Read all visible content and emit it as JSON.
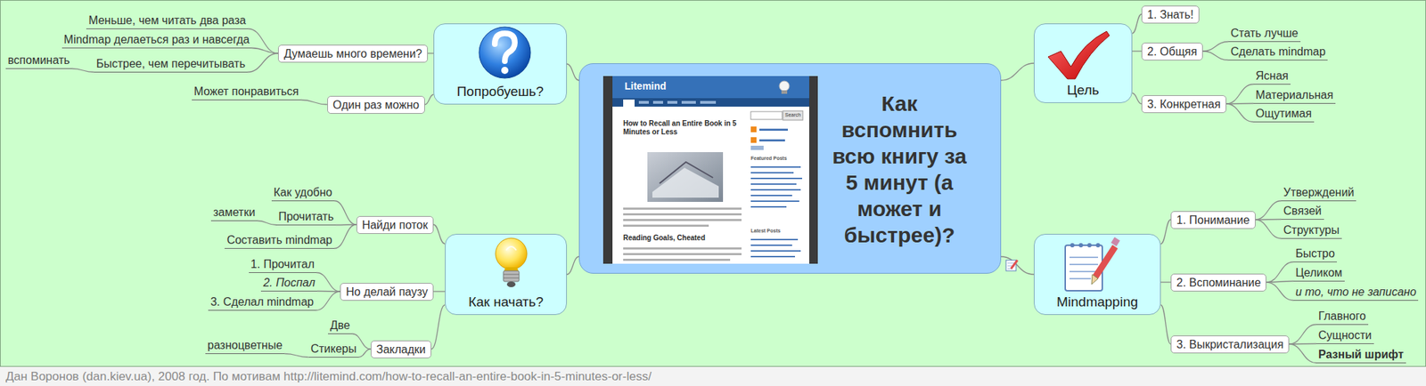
{
  "diagram": {
    "caption": "Дан Воронов (dan.kiev.ua), 2008 год. По мотивам http://litemind.com/how-to-recall-an-entire-book-in-5-minutes-or-less/",
    "nodes": [
      {
        "text": [
          "Как вспомнить всю книгу за 5 минут (а может и быстрее)?"
        ]
      },
      {
        "text": [
          "Попробуешь?"
        ]
      },
      {
        "text": [
          "Думаешь много времени?"
        ]
      },
      {
        "text": [
          "Меньше, чем читать два раза"
        ]
      },
      {
        "text": [
          "Mindmap делаеться раз и навсегда"
        ]
      },
      {
        "text": [
          "Быстрее, чем перечитывать"
        ]
      },
      {
        "text": [
          "вспоминать"
        ]
      },
      {
        "text": [
          "Один раз можно"
        ]
      },
      {
        "text": [
          "Может понравиться"
        ]
      },
      {
        "text": [
          "Как начать?"
        ]
      },
      {
        "text": [
          "Найди поток"
        ]
      },
      {
        "text": [
          "Как удобно"
        ]
      },
      {
        "text": [
          "Прочитать"
        ]
      },
      {
        "text": [
          "заметки"
        ]
      },
      {
        "text": [
          "Составить mindmap"
        ]
      },
      {
        "text": [
          "Но делай паузу"
        ]
      },
      {
        "text": [
          "1. Прочитал"
        ]
      },
      {
        "text": [
          "2. Поспал"
        ]
      },
      {
        "text": [
          "3. Сделал mindmap"
        ]
      },
      {
        "text": [
          "Закладки"
        ]
      },
      {
        "text": [
          "Две"
        ]
      },
      {
        "text": [
          "Стикеры"
        ]
      },
      {
        "text": [
          "разноцветные"
        ]
      },
      {
        "text": [
          "Цель"
        ]
      },
      {
        "text": [
          "1. Знать!"
        ]
      },
      {
        "text": [
          "2. Общяя"
        ]
      },
      {
        "text": [
          "Стать лучше"
        ]
      },
      {
        "text": [
          "Сделать mindmap"
        ]
      },
      {
        "text": [
          "3. Конкретная"
        ]
      },
      {
        "text": [
          "Ясная"
        ]
      },
      {
        "text": [
          "Материальная"
        ]
      },
      {
        "text": [
          "Ощутимая"
        ]
      },
      {
        "text": [
          "Mindmapping"
        ]
      },
      {
        "text": [
          "1. Понимание"
        ]
      },
      {
        "text": [
          "Утверждений"
        ]
      },
      {
        "text": [
          "Связей"
        ]
      },
      {
        "text": [
          "Структуры"
        ]
      },
      {
        "text": [
          "2. Вспоминание"
        ]
      },
      {
        "text": [
          "Быстро"
        ]
      },
      {
        "text": [
          "Целиком"
        ]
      },
      {
        "text": [
          "и то, что не записано"
        ]
      },
      {
        "text": [
          "3. Выкристализация"
        ]
      },
      {
        "text": [
          "Главного"
        ]
      },
      {
        "text": [
          "Сущности"
        ]
      },
      {
        "text": [
          "Разный шрифт"
        ]
      }
    ],
    "edges": [
      {
        "from": 0,
        "to": 1,
        "arrow": "none"
      },
      {
        "from": 1,
        "to": 2,
        "arrow": "none"
      },
      {
        "from": 2,
        "to": 3,
        "arrow": "none"
      },
      {
        "from": 2,
        "to": 4,
        "arrow": "none"
      },
      {
        "from": 2,
        "to": 5,
        "arrow": "none"
      },
      {
        "from": 5,
        "to": 6,
        "arrow": "none"
      },
      {
        "from": 1,
        "to": 7,
        "arrow": "none"
      },
      {
        "from": 7,
        "to": 8,
        "arrow": "none"
      },
      {
        "from": 0,
        "to": 9,
        "arrow": "none"
      },
      {
        "from": 9,
        "to": 10,
        "arrow": "none"
      },
      {
        "from": 10,
        "to": 11,
        "arrow": "none"
      },
      {
        "from": 10,
        "to": 12,
        "arrow": "none"
      },
      {
        "from": 12,
        "to": 13,
        "arrow": "none"
      },
      {
        "from": 10,
        "to": 14,
        "arrow": "none"
      },
      {
        "from": 9,
        "to": 15,
        "arrow": "none"
      },
      {
        "from": 15,
        "to": 16,
        "arrow": "none"
      },
      {
        "from": 15,
        "to": 17,
        "arrow": "none"
      },
      {
        "from": 15,
        "to": 18,
        "arrow": "none"
      },
      {
        "from": 9,
        "to": 19,
        "arrow": "none"
      },
      {
        "from": 19,
        "to": 20,
        "arrow": "none"
      },
      {
        "from": 19,
        "to": 21,
        "arrow": "none"
      },
      {
        "from": 21,
        "to": 22,
        "arrow": "none"
      },
      {
        "from": 0,
        "to": 23,
        "arrow": "none"
      },
      {
        "from": 23,
        "to": 24,
        "arrow": "none"
      },
      {
        "from": 23,
        "to": 25,
        "arrow": "none"
      },
      {
        "from": 25,
        "to": 26,
        "arrow": "none"
      },
      {
        "from": 25,
        "to": 27,
        "arrow": "none"
      },
      {
        "from": 23,
        "to": 28,
        "arrow": "none"
      },
      {
        "from": 28,
        "to": 29,
        "arrow": "none"
      },
      {
        "from": 28,
        "to": 30,
        "arrow": "none"
      },
      {
        "from": 28,
        "to": 31,
        "arrow": "none"
      },
      {
        "from": 0,
        "to": 32,
        "arrow": "none"
      },
      {
        "from": 32,
        "to": 33,
        "arrow": "none"
      },
      {
        "from": 33,
        "to": 34,
        "arrow": "none"
      },
      {
        "from": 33,
        "to": 35,
        "arrow": "none"
      },
      {
        "from": 33,
        "to": 36,
        "arrow": "none"
      },
      {
        "from": 32,
        "to": 37,
        "arrow": "none"
      },
      {
        "from": 37,
        "to": 38,
        "arrow": "none"
      },
      {
        "from": 37,
        "to": 39,
        "arrow": "none"
      },
      {
        "from": 37,
        "to": 40,
        "arrow": "none"
      },
      {
        "from": 32,
        "to": 41,
        "arrow": "none"
      },
      {
        "from": 41,
        "to": 42,
        "arrow": "none"
      },
      {
        "from": 41,
        "to": 43,
        "arrow": "none"
      },
      {
        "from": 41,
        "to": 44,
        "arrow": "none"
      }
    ],
    "labels": [
      "Litemind",
      "How to Recall an Entire Book in 5 Minutes or Less",
      "Reading Goals, Cheated",
      "Search",
      "Featured Posts",
      "Latest Posts"
    ]
  }
}
